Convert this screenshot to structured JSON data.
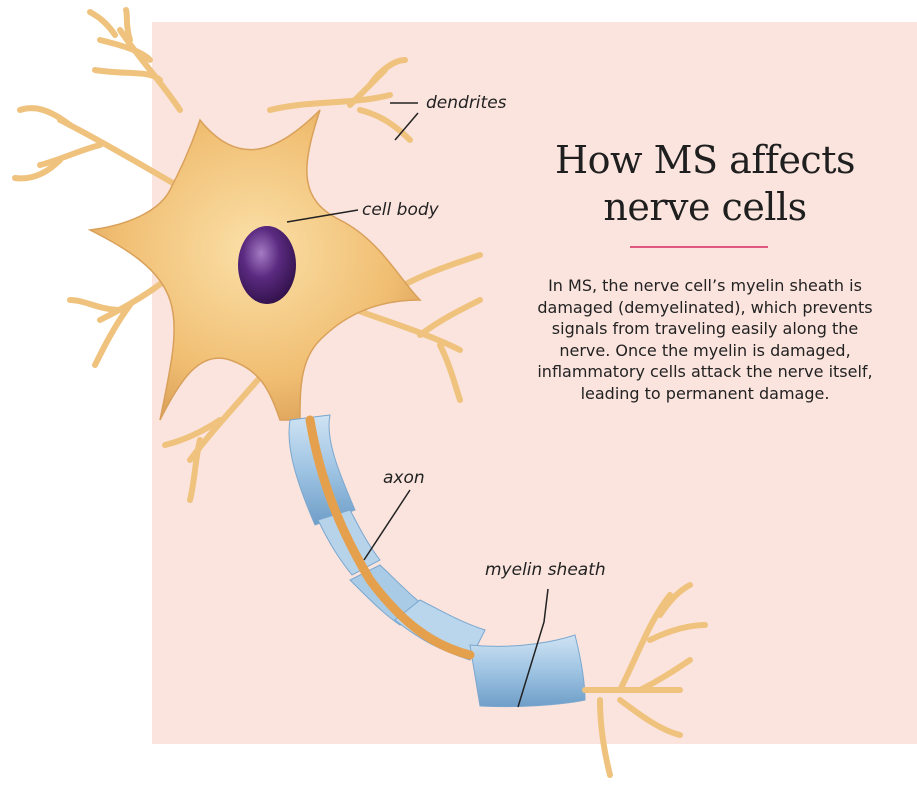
{
  "title_lines": [
    "How MS affects",
    "nerve cells"
  ],
  "description": "In MS, the nerve cell’s myelin sheath is damaged (demyelinated), which prevents signals from traveling easily along the nerve. Once the myelin is damaged, inflammatory cells attack the nerve itself, leading to permanent damage.",
  "labels": {
    "dendrites": "dendrites",
    "cell_body": "cell body",
    "axon": "axon",
    "myelin_sheath": "myelin sheath"
  },
  "colors": {
    "panel": "#fbe4de",
    "cell": "#f1c37d",
    "nucleus": "#4b1f6e",
    "myelin": "#9fc4e3",
    "accent_rule": "#e0577f"
  }
}
